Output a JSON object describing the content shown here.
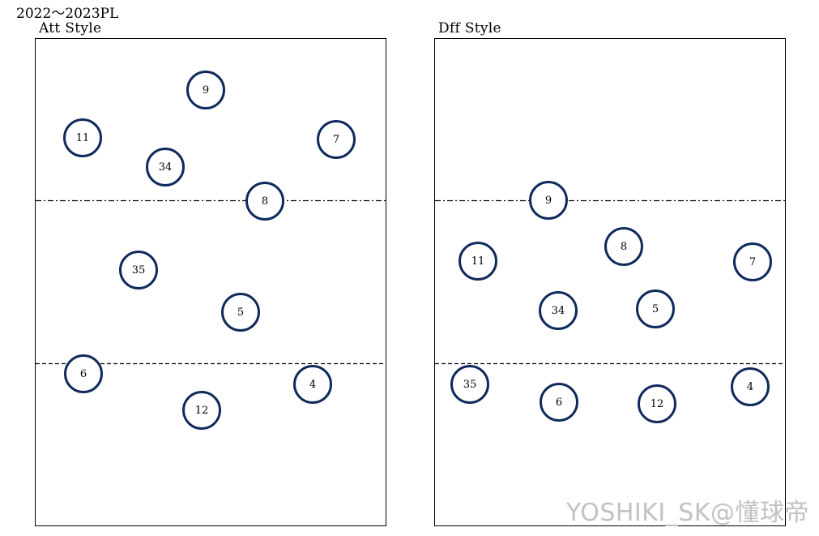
{
  "title": "2022～2023PL",
  "fields": [
    {
      "label": "Att  Style",
      "players": [
        "9",
        "11",
        "7",
        "34",
        "8",
        "35",
        "5",
        "6",
        "4",
        "12"
      ]
    },
    {
      "label": "Dff  Style",
      "players": [
        "9",
        "8",
        "11",
        "7",
        "34",
        "5",
        "35",
        "4",
        "6",
        "12"
      ]
    }
  ],
  "watermark": "YOSHIKI_SK@懂球帝",
  "colors": {
    "circle": "#0f2a5c",
    "line": "#000000",
    "watermark": "#c2c2c2"
  }
}
